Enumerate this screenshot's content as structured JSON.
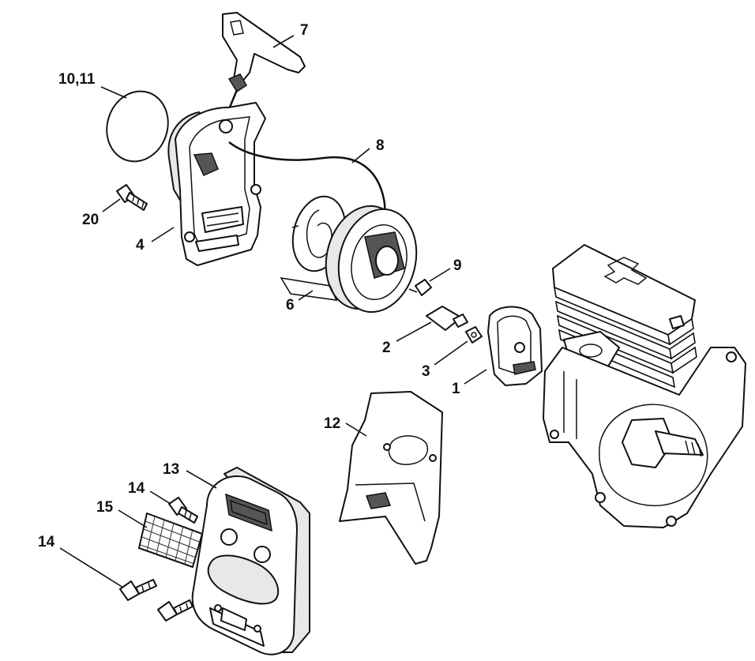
{
  "callouts": {
    "p7": "7",
    "p10_11": "10,11",
    "p8": "8",
    "p20": "20",
    "p4": "4",
    "p9": "9",
    "p6": "6",
    "p2": "2",
    "p3": "3",
    "p1": "1",
    "p12": "12",
    "p13": "13",
    "p14a": "14",
    "p15": "15",
    "p14b": "14"
  }
}
